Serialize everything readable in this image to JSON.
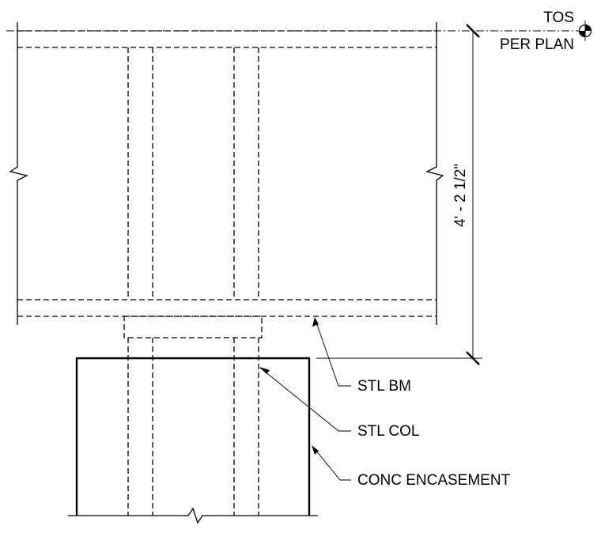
{
  "tos": {
    "line1": "TOS",
    "line2": "PER PLAN"
  },
  "dimension": {
    "text": "4' - 2 1/2\""
  },
  "labels": {
    "beam": "STL BM",
    "column": "STL COL",
    "encasement": "CONC ENCASEMENT"
  }
}
